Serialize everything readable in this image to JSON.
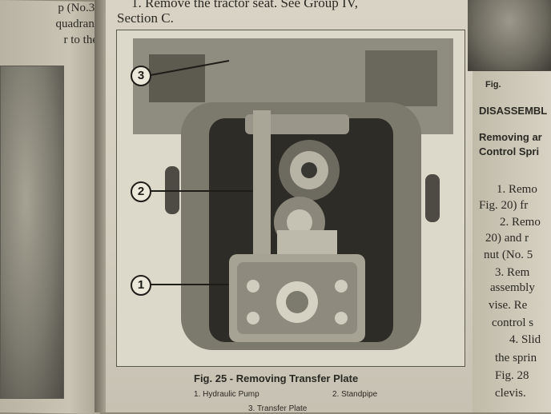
{
  "left_page": {
    "lines": [
      "p (No.3,",
      "quadrant",
      "r to the"
    ]
  },
  "main_page": {
    "intro_line1": "1. Remove the tractor seat. See Group IV,",
    "intro_line2": "Section C.",
    "figure": {
      "callouts": [
        "3",
        "2",
        "1"
      ],
      "caption": "Fig. 25 - Removing Transfer Plate",
      "legend": [
        "1. Hydraulic Pump",
        "2. Standpipe",
        "3. Transfer Plate"
      ]
    }
  },
  "right_page": {
    "fig_label": "Fig.",
    "heading": "DISASSEMBL",
    "subheading_1": "Removing ar",
    "subheading_2": "Control Spri",
    "lines": [
      "1. Remo",
      "Fig. 20) fr",
      "2. Remo",
      "20) and r",
      "nut (No. 5",
      "3. Rem",
      "assembly",
      "vise. Re",
      "control s",
      "4. Slid",
      "the sprin",
      "Fig. 28",
      "clevis."
    ]
  }
}
